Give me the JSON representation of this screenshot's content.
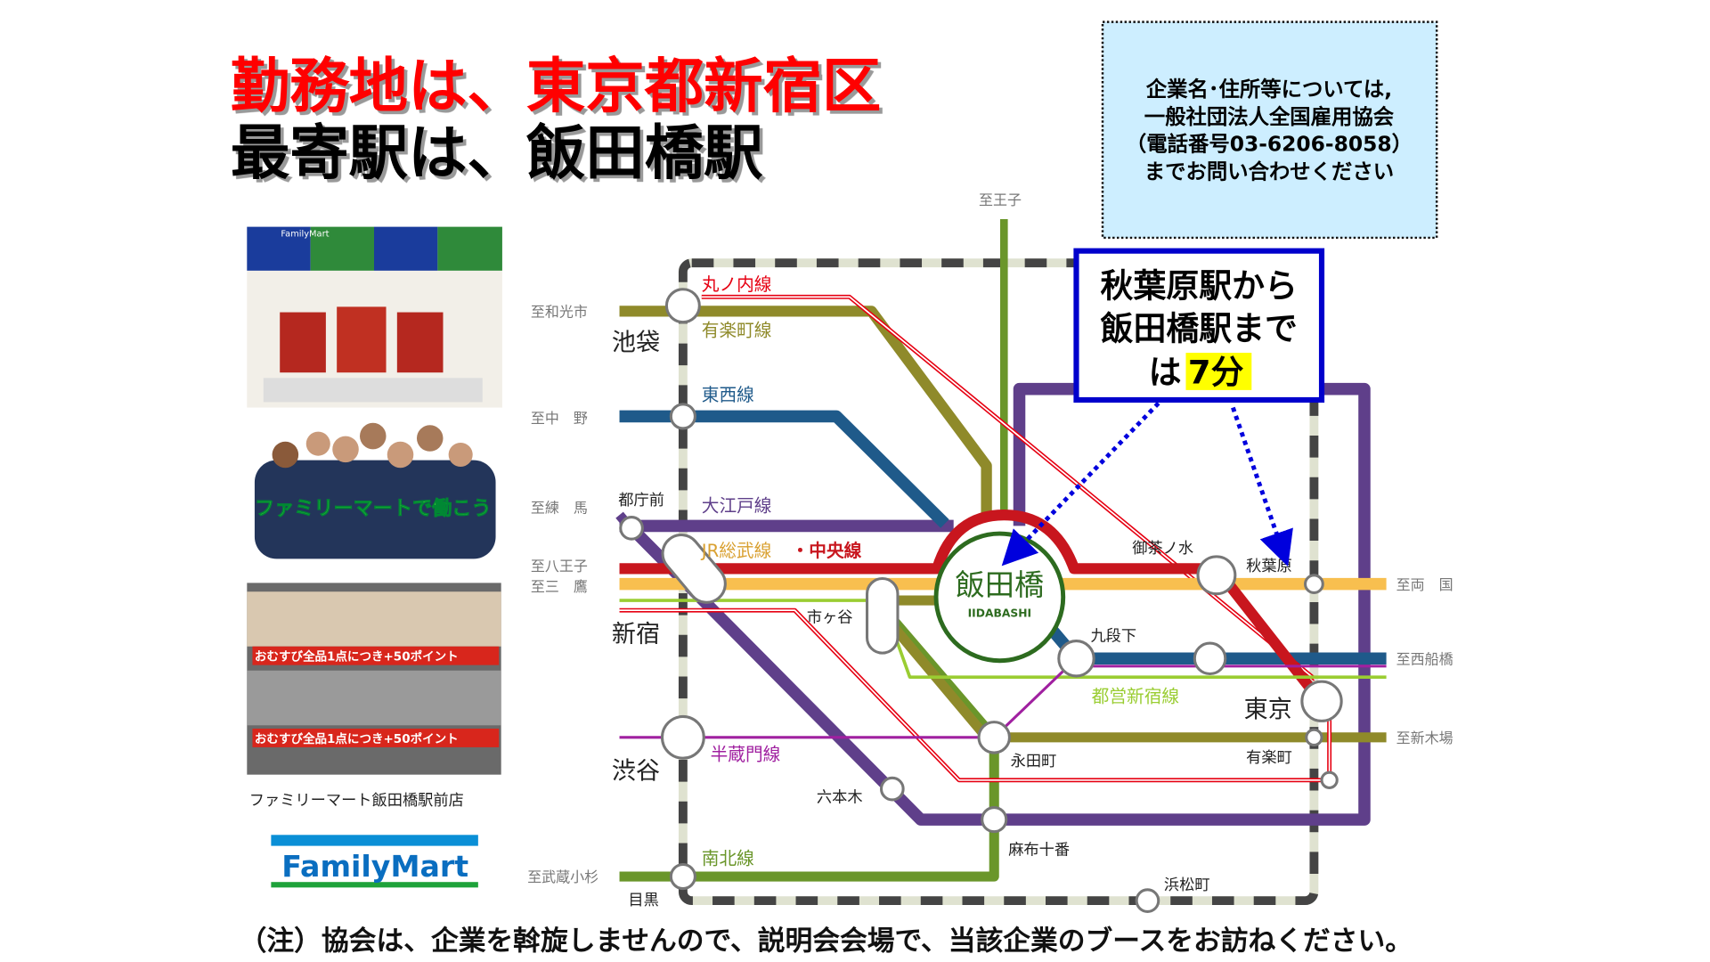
{
  "title": {
    "line1": "勤務地は、東京都新宿区",
    "line2": "最寄駅は、飯田橋駅",
    "line1_color": "#ff0000",
    "line2_color": "#000000"
  },
  "info_box": {
    "lines": [
      "企業名･住所等については,",
      "一般社団法人全国雇用協会",
      "（電話番号03-6206-8058）",
      "までお問い合わせください"
    ],
    "background": "#cdeeff"
  },
  "callout": {
    "line1": "秋葉原駅から",
    "line2": "飯田橋駅まで",
    "line3_prefix": "は",
    "line3_highlight": "7分",
    "border_color": "#0000cc",
    "highlight_color": "#ffff00"
  },
  "photos": {
    "photo1_brand": "FamilyMart",
    "photo2_text": "ファミリーマートで働こう",
    "photo3_banner": "おむすび全品1点につき+50ポイント",
    "caption": "ファミリーマート飯田橋駅前店",
    "logo": "FamilyMart"
  },
  "map": {
    "line_names": {
      "marunouchi": "丸ノ内線",
      "yurakucho": "有楽町線",
      "tozai": "東西線",
      "oedo": "大江戸線",
      "jr_sobu": "JR総武線",
      "jr_chuo": "・中央線",
      "toei_shinjuku": "都営新宿線",
      "hanzomon": "半蔵門線",
      "namboku": "南北線"
    },
    "directions": {
      "oji": "至王子",
      "wakoshi": "至和光市",
      "nakano": "至中　野",
      "nerima": "至練　馬",
      "hachioji": "至八王子",
      "mitaka": "至三　鷹",
      "ryogoku": "至両　国",
      "nishifunabashi": "至西船橋",
      "shinkiba": "至新木場",
      "musashikosugi": "至武蔵小杉"
    },
    "stations": {
      "iidabashi": "飯田橋",
      "iidabashi_en": "IIDABASHI",
      "ikebukuro": "池袋",
      "tochomae": "都庁前",
      "shinjuku": "新宿",
      "ichigaya": "市ヶ谷",
      "shibuya": "渋谷",
      "meguro": "目黒",
      "roppongi": "六本木",
      "nagatacho": "永田町",
      "azabujuban": "麻布十番",
      "hamamatsucho": "浜松町",
      "ochanomizu": "御茶ノ水",
      "akihabara": "秋葉原",
      "kudanshita": "九段下",
      "tokyo": "東京",
      "yurakucho": "有楽町"
    },
    "colors": {
      "marunouchi": "#e60012",
      "yurakucho": "#8f8a2a",
      "tozai": "#1f5a8a",
      "oedo": "#5f3f8a",
      "chuo": "#c8161e",
      "sobu": "#f8bf4f",
      "shinjuku_line": "#9acd32",
      "hanzomon": "#a020a0",
      "namboku": "#6a962a",
      "yamanote_dash": "#444444",
      "iidabashi": "#2d6b1f"
    }
  },
  "note": "（注）協会は、企業を斡旋しませんので、説明会会場で、当該企業のブースをお訪ねください。"
}
